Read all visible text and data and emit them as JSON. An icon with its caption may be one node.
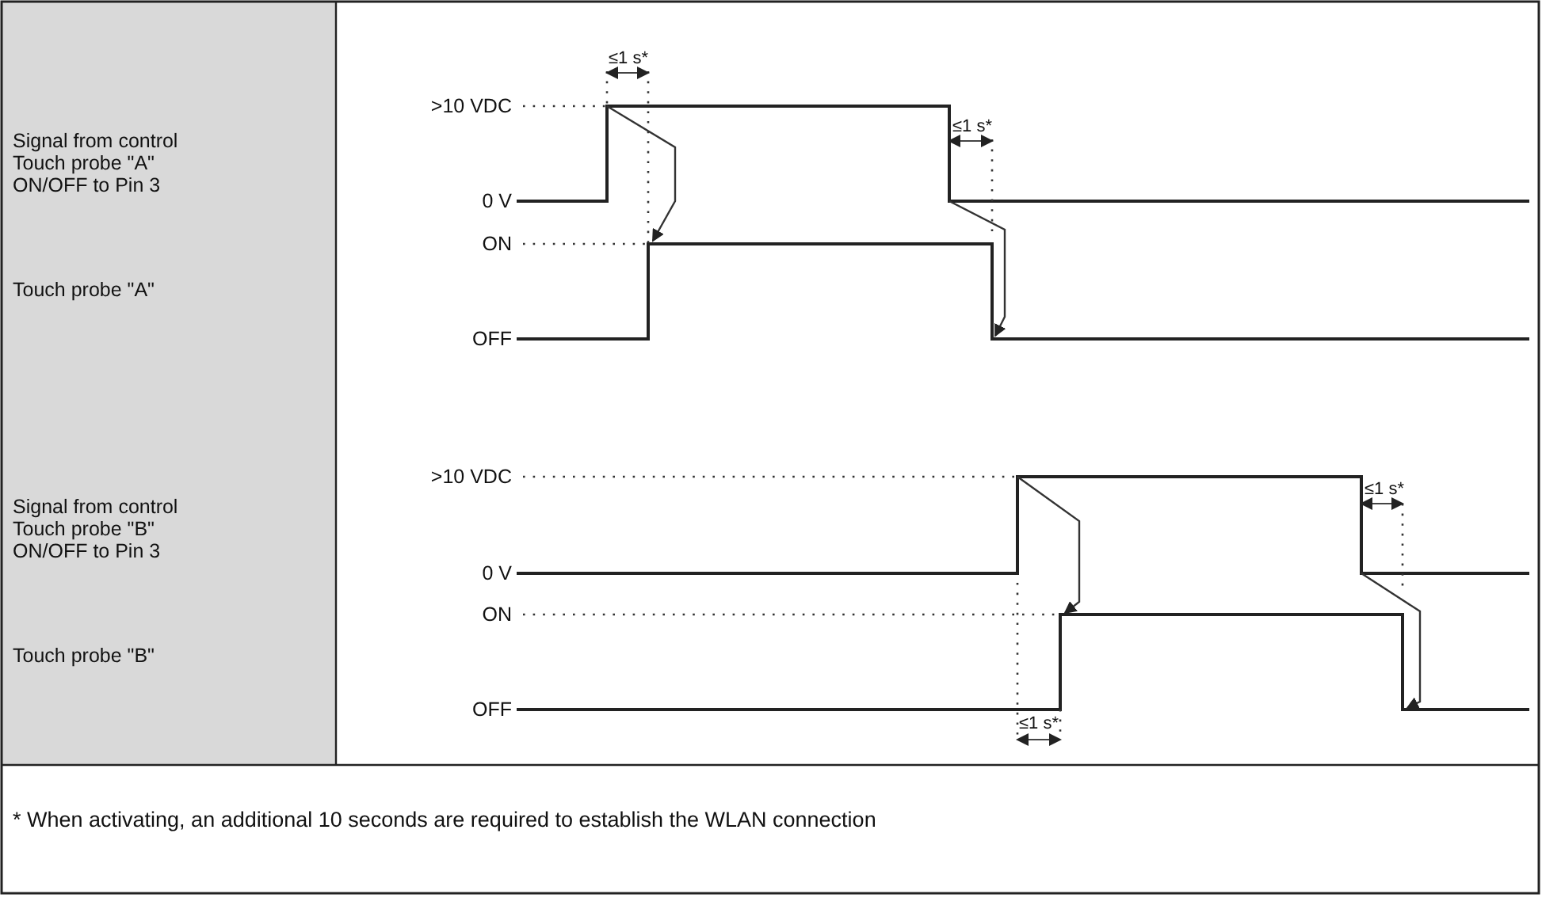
{
  "diagram": {
    "labels": [
      "Signal from control Touch probe \"A\" ON/OFF to Pin 3",
      "Touch probe \"A\"",
      "Signal from control Touch probe \"B\" ON/OFF to Pin 3",
      "Touch probe \"B\"",
      "≤1 s*",
      ">10 VDC",
      "≤1 s*",
      "0 V",
      "ON",
      "OFF",
      ">10 VDC",
      "≤1 s*",
      "0 V",
      "ON",
      "OFF",
      "≤1 s*",
      "* When activating, an additional 10 seconds are required to establish the WLAN connection"
    ]
  }
}
